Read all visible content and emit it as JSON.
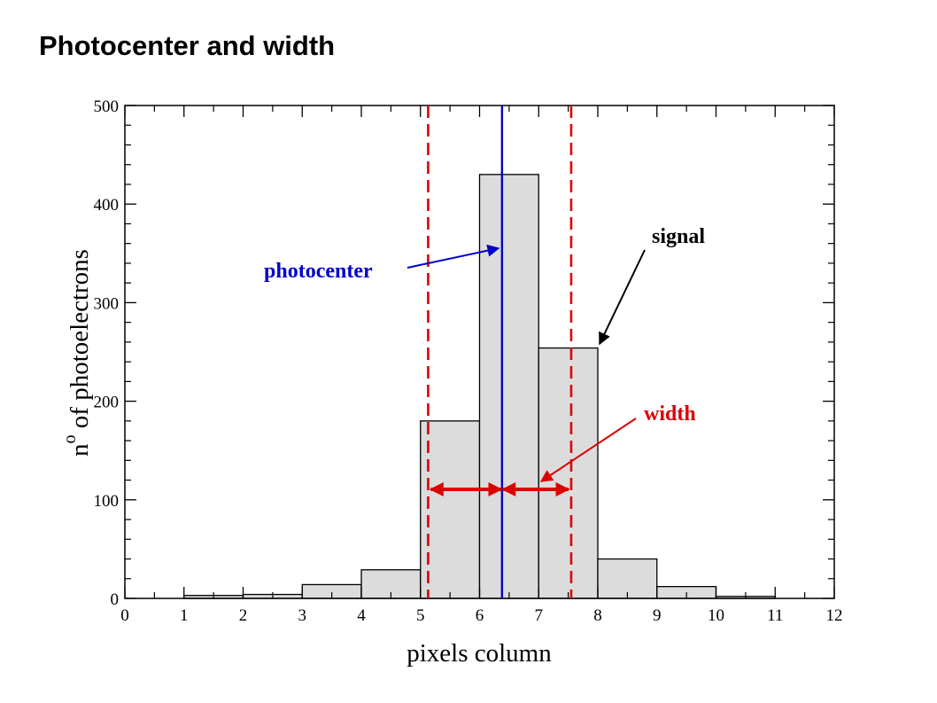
{
  "page": {
    "title": "Photocenter and width"
  },
  "chart_data": {
    "type": "bar",
    "title": "",
    "xlabel": "pixels column",
    "ylabel_prefix": "n",
    "ylabel_superscript": "o",
    "ylabel_suffix": " of photoelectrons",
    "xlim": [
      0,
      12
    ],
    "ylim": [
      0,
      500
    ],
    "xticks": [
      0,
      1,
      2,
      3,
      4,
      5,
      6,
      7,
      8,
      9,
      10,
      11,
      12
    ],
    "yticks": [
      0,
      100,
      200,
      300,
      400,
      500
    ],
    "grid": false,
    "histogram": {
      "bin_edges": [
        1,
        2,
        3,
        4,
        5,
        6,
        7,
        8,
        9,
        10,
        11
      ],
      "values": [
        3,
        4,
        14,
        29,
        180,
        430,
        254,
        40,
        12,
        2
      ]
    },
    "photocenter_x": 6.38,
    "width_bounds": [
      5.13,
      7.55
    ],
    "annotations": {
      "photocenter": "photocenter",
      "signal": "signal",
      "width": "width"
    },
    "colors": {
      "fill": "#dcdcdc",
      "outline": "#000000",
      "photocenter": "#0000cc",
      "width": "#dd0000",
      "signal": "#000000"
    }
  }
}
